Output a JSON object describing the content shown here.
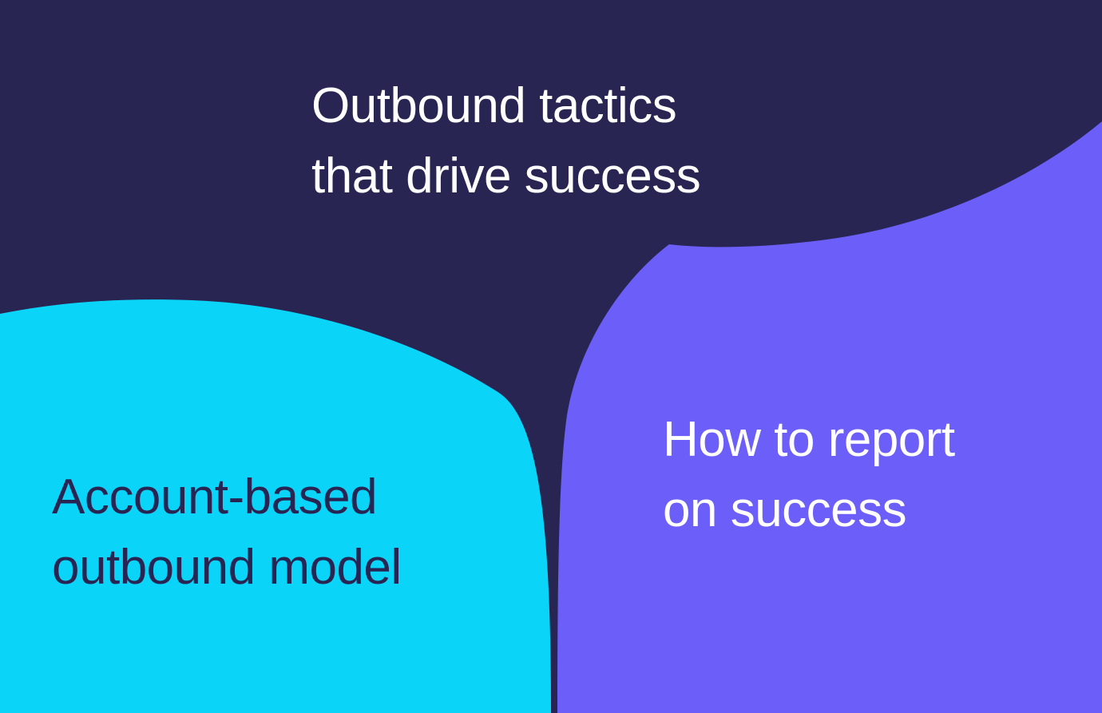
{
  "colors": {
    "navy": "#282552",
    "cyan": "#0bd4f9",
    "purple": "#6c5ef8",
    "white": "#ffffff"
  },
  "slide": {
    "topic_top": {
      "line1": "Outbound tactics",
      "line2": "that drive success"
    },
    "topic_left": {
      "line1": "Account-based",
      "line2": "outbound model"
    },
    "topic_right": {
      "line1": "How to report",
      "line2": "on success"
    }
  }
}
